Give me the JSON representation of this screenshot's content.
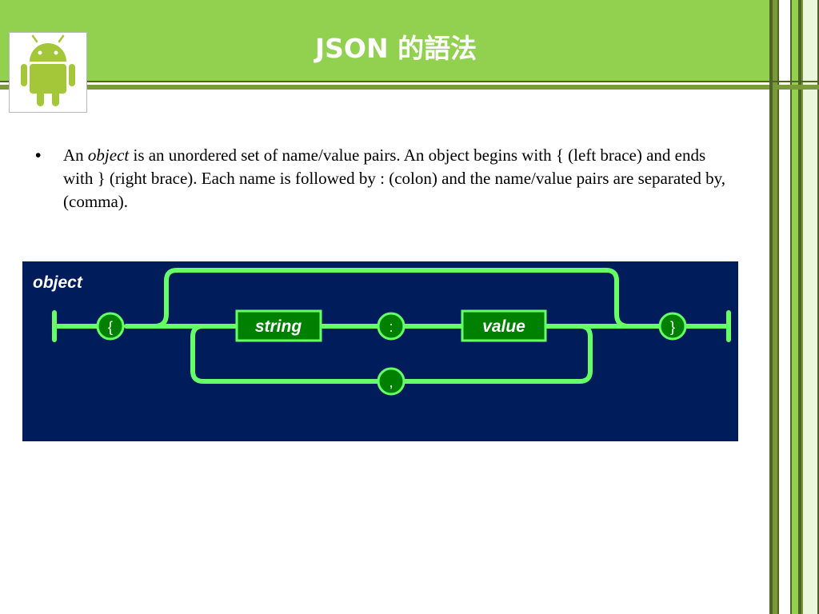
{
  "slide": {
    "title": "JSON 的語法"
  },
  "logo": {
    "icon": "android-robot-icon",
    "color": "#a4c639"
  },
  "bullets": [
    {
      "marker": "•",
      "prefix": "An ",
      "emphasis": "object",
      "text": " is an unordered set of name/value pairs. An object begins with { (left brace) and ends with } (right brace). Each name is followed by : (colon) and the name/value pairs are separated by, (comma)."
    }
  ],
  "diagram": {
    "label": "object",
    "nodes": {
      "open_brace": "{",
      "string": "string",
      "colon": ":",
      "value": "value",
      "close_brace": "}",
      "comma": ","
    },
    "colors": {
      "background": "#001c5a",
      "track": "#66ff66",
      "box_fill": "#008000"
    }
  },
  "theme": {
    "accent": "#92d050",
    "dark_accent": "#4f6228"
  }
}
